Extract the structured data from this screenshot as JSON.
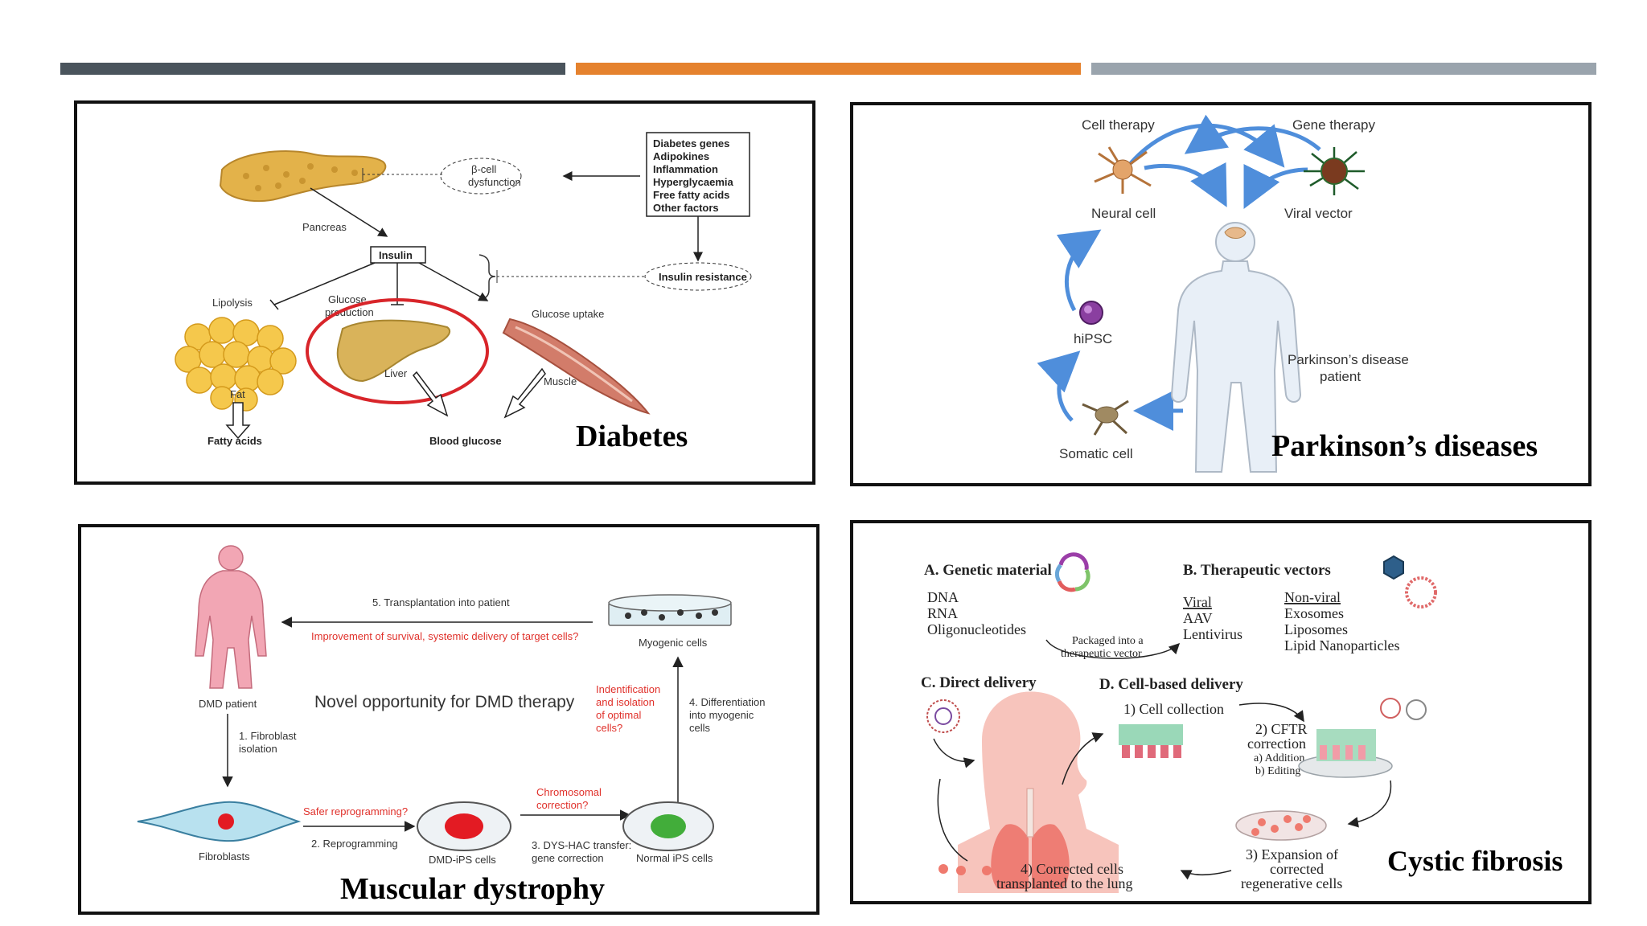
{
  "colors": {
    "bar1": "#4a545c",
    "bar2": "#e5822e",
    "bar3": "#9aa4ad",
    "accent_red": "#e0312b"
  },
  "panels": {
    "diabetes": {
      "title": "Diabetes",
      "pancreas": "Pancreas",
      "beta_cell": [
        "β-cell",
        "dysfunction"
      ],
      "factors": [
        "Diabetes genes",
        "Adipokines",
        "Inflammation",
        "Hyperglycaemia",
        "Free fatty acids",
        "Other factors"
      ],
      "insulin": "Insulin",
      "insulin_resistance": "Insulin resistance",
      "lipolysis": "Lipolysis",
      "glucose_production": [
        "Glucose",
        "production"
      ],
      "glucose_uptake": "Glucose uptake",
      "fat": "Fat",
      "liver": "Liver",
      "muscle": "Muscle",
      "fatty_acids": "Fatty acids",
      "blood_glucose": "Blood glucose"
    },
    "parkinson": {
      "title": "Parkinson’s diseases",
      "cell_therapy": "Cell therapy",
      "gene_therapy": "Gene therapy",
      "neural_cell": "Neural cell",
      "viral_vector": "Viral vector",
      "hipsc": "hiPSC",
      "patient": [
        "Parkinson’s disease",
        "patient"
      ],
      "somatic_cell": "Somatic cell"
    },
    "dmd": {
      "title": "Muscular dystrophy",
      "step5": "5. Transplantation into patient",
      "improvement": "Improvement of survival, systemic delivery of target cells?",
      "myogenic_cells": "Myogenic cells",
      "dmd_patient": "DMD patient",
      "novel": "Novel opportunity for DMD therapy",
      "identification": [
        "Indentification",
        "and isolation",
        "of optimal",
        "cells?"
      ],
      "step4": [
        "4. Differentiation",
        "into myogenic",
        "cells"
      ],
      "step1": [
        "1. Fibroblast",
        "isolation"
      ],
      "safer": "Safer reprogramming?",
      "chromosomal": [
        "Chromosomal",
        "correction?"
      ],
      "fibroblasts": "Fibroblasts",
      "step2": "2. Reprogramming",
      "dmd_ips": "DMD-iPS cells",
      "step3": [
        "3. DYS-HAC transfer:",
        "gene correction"
      ],
      "normal_ips": "Normal iPS cells"
    },
    "cf": {
      "title": "Cystic fibrosis",
      "genetic_material": "A. Genetic material",
      "therapeutic_vectors": "B. Therapeutic vectors",
      "gm_items": [
        "DNA",
        "RNA",
        "Oligonucleotides"
      ],
      "viral_header": "Viral",
      "viral_items": [
        "AAV",
        "Lentivirus"
      ],
      "nonviral_header": "Non-viral",
      "nonviral_items": [
        "Exosomes",
        "Liposomes",
        "Lipid Nanoparticles"
      ],
      "packaged": [
        "Packaged into a",
        "therapeutic vector"
      ],
      "direct_delivery": "C. Direct delivery",
      "cell_based": "D. Cell-based delivery",
      "step1": "1) Cell collection",
      "step2": [
        "2) CFTR",
        "correction",
        "a) Addition",
        "b) Editing"
      ],
      "step3": [
        "3) Expansion of",
        "corrected",
        "regenerative cells"
      ],
      "step4": [
        "4) Corrected cells",
        "transplanted to the lung"
      ]
    }
  }
}
